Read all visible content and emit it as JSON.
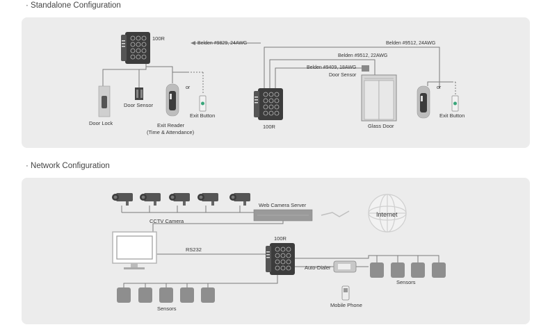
{
  "standalone": {
    "title": "· Standalone Configuration",
    "reader_top_label": "100R",
    "reader_center_label": "100R",
    "cable_9829": "Belden #9829, 24AWG",
    "cable_9512_top": "Belden #9512, 24AWG",
    "cable_9512_mid": "Belden #9512, 22AWG",
    "cable_9409": "Belden #9409, 18AWG",
    "door_sensor_label": "Door Sensor",
    "door_sensor_label_2": "Door Sensor",
    "door_lock_label": "Door Lock",
    "or_label_1": "or",
    "or_label_2": "or",
    "exit_reader_label_1": "Exit Reader",
    "exit_reader_label_2": "(Time & Attendance)",
    "exit_button_label_1": "Exit Button",
    "exit_button_label_2": "Exit Button",
    "glass_door_label": "Glass Door"
  },
  "network": {
    "title": "· Network Configuration",
    "cctv_label": "CCTV Camera",
    "server_label": "Web Camera Server",
    "internet_label": "Internet",
    "rs232_label": "RS232",
    "reader_label": "100R",
    "auto_dialer_label": "Auto-Dialer",
    "mobile_phone_label": "Mobile Phone",
    "sensors_left_label": "Sensors",
    "sensors_right_label": "Sensors"
  }
}
